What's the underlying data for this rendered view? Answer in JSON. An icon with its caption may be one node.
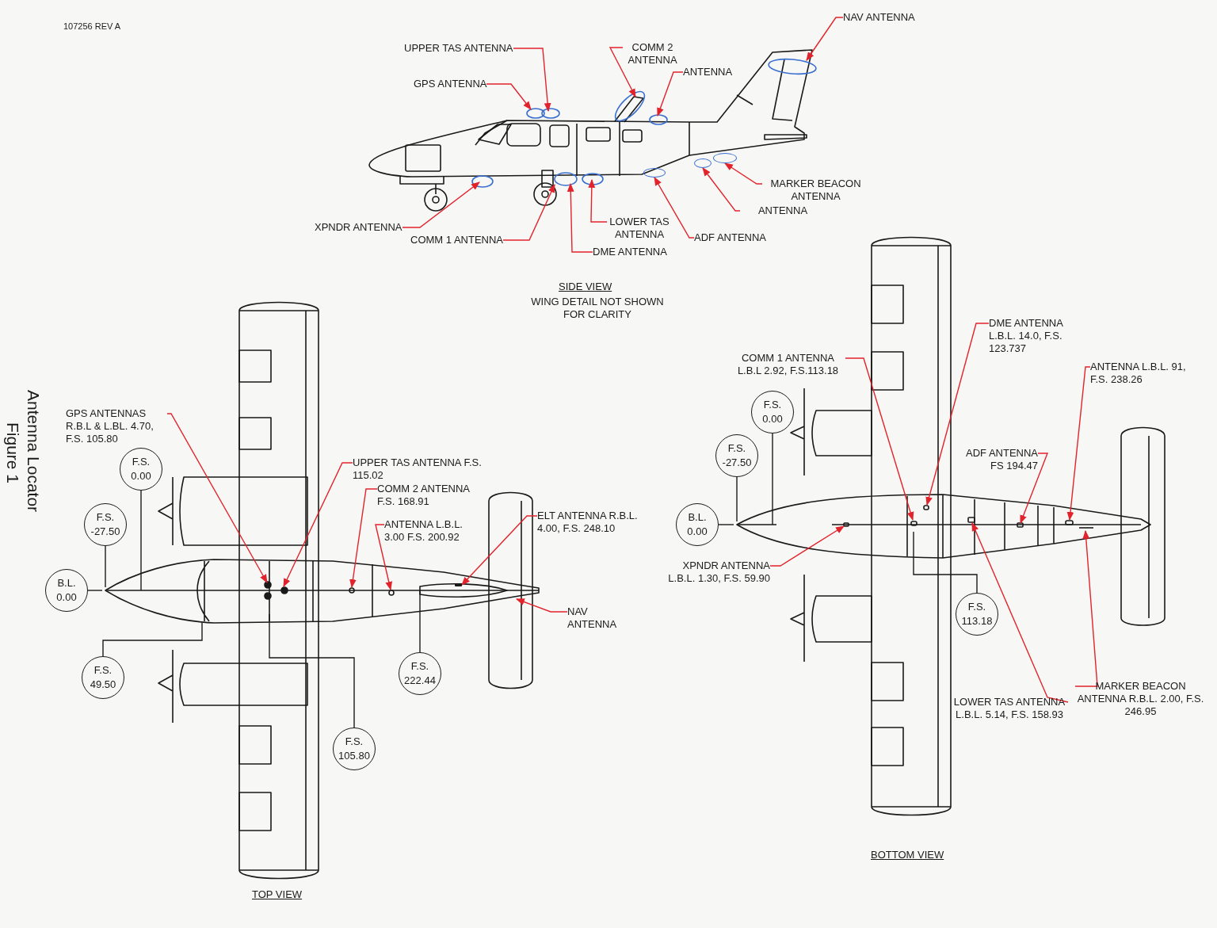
{
  "diagram": {
    "title": "Antenna Locator",
    "caption": "Figure 1",
    "nodes": [
      {
        "text": [
          "UPPER TAS ANTENNA"
        ]
      },
      {
        "text": [
          "GPS ANTENNA"
        ]
      },
      {
        "text": [
          "COMM 2 ANTENNA"
        ]
      },
      {
        "text": [
          "ANTENNA"
        ]
      },
      {
        "text": [
          "NAV ANTENNA"
        ]
      },
      {
        "text": [
          "MARKER BEACON ANTENNA"
        ]
      },
      {
        "text": [
          "ANTENNA"
        ]
      },
      {
        "text": [
          "LOWER TAS ANTENNA"
        ]
      },
      {
        "text": [
          "ADF ANTENNA"
        ]
      },
      {
        "text": [
          "DME ANTENNA"
        ]
      },
      {
        "text": [
          "XPNDR ANTENNA"
        ]
      },
      {
        "text": [
          "COMM 1 ANTENNA"
        ]
      },
      {
        "text": [
          "GPS ANTENNAS R.B.L & L.BL. 4.70, F.S. 105.80"
        ]
      },
      {
        "text": [
          "F.S. 0.00"
        ]
      },
      {
        "text": [
          "F.S. -27.50"
        ]
      },
      {
        "text": [
          "B.L. 0.00"
        ]
      },
      {
        "text": [
          "F.S. 49.50"
        ]
      },
      {
        "text": [
          "UPPER TAS ANTENNA F.S. 115.02"
        ]
      },
      {
        "text": [
          "COMM 2 ANTENNA F.S. 168.91"
        ]
      },
      {
        "text": [
          "ANTENNA L.B.L. 3.00 F.S. 200.92"
        ]
      },
      {
        "text": [
          "ELT ANTENNA R.B.L. 4.00, F.S. 248.10"
        ]
      },
      {
        "text": [
          "NAV ANTENNA"
        ]
      },
      {
        "text": [
          "F.S. 222.44"
        ]
      },
      {
        "text": [
          "F.S. 105.80"
        ]
      },
      {
        "text": [
          "DME ANTENNA L.B.L. 14.0, F.S. 123.737"
        ]
      },
      {
        "text": [
          "COMM 1 ANTENNA L.B.L 2.92, F.S.113.18"
        ]
      },
      {
        "text": [
          "ANTENNA L.B.L. 91, F.S. 238.26"
        ]
      },
      {
        "text": [
          "F.S. 0.00"
        ]
      },
      {
        "text": [
          "F.S. -27.50"
        ]
      },
      {
        "text": [
          "ADF ANTENNA FS 194.47"
        ]
      },
      {
        "text": [
          "B.L. 0.00"
        ]
      },
      {
        "text": [
          "XPNDR ANTENNA L.B.L. 1.30, F.S. 59.90"
        ]
      },
      {
        "text": [
          "F.S. 113.18"
        ]
      },
      {
        "text": [
          "LOWER TAS ANTENNA L.B.L. 5.14, F.S. 158.93"
        ]
      },
      {
        "text": [
          "MARKER BEACON ANTENNA R.B.L. 2.00, F.S. 246.95"
        ]
      },
      {
        "text": [],
        "shape": "ellipse"
      },
      {
        "text": [],
        "shape": "bar"
      },
      {
        "text": [],
        "shape": "ellipse"
      },
      {
        "text": [],
        "shape": "ellipse"
      }
    ],
    "edges": [
      {
        "from": 0,
        "to": null,
        "arrow": "to"
      },
      {
        "from": 1,
        "to": null,
        "arrow": "to"
      },
      {
        "from": 2,
        "to": null,
        "arrow": "to"
      },
      {
        "from": 3,
        "to": null,
        "arrow": "to"
      },
      {
        "from": 4,
        "to": null,
        "arrow": "to"
      },
      {
        "from": 5,
        "to": 38,
        "arrow": "to"
      },
      {
        "from": 6,
        "to": 37,
        "arrow": "to"
      },
      {
        "from": 7,
        "to": null,
        "arrow": "to"
      },
      {
        "from": 8,
        "to": 35,
        "arrow": "to"
      },
      {
        "from": 9,
        "to": null,
        "arrow": "to"
      },
      {
        "from": 10,
        "to": null,
        "arrow": "to"
      },
      {
        "from": 11,
        "to": null,
        "arrow": "to"
      },
      {
        "from": 12,
        "to": null,
        "arrow": "to"
      },
      {
        "from": 13,
        "to": null,
        "arrow": "none",
        "color": "#1a1a1a"
      },
      {
        "from": 14,
        "to": null,
        "arrow": "none",
        "color": "#1a1a1a"
      },
      {
        "from": 15,
        "to": null,
        "arrow": "none",
        "color": "#1a1a1a"
      },
      {
        "from": 16,
        "to": null,
        "arrow": "none",
        "color": "#1a1a1a"
      },
      {
        "from": 17,
        "to": null,
        "arrow": "to"
      },
      {
        "from": 18,
        "to": null,
        "arrow": "to"
      },
      {
        "from": 19,
        "to": null,
        "arrow": "to"
      },
      {
        "from": 20,
        "to": 36,
        "arrow": "to"
      },
      {
        "from": 21,
        "to": null,
        "arrow": "to"
      },
      {
        "from": 22,
        "to": null,
        "arrow": "none",
        "color": "#1a1a1a"
      },
      {
        "from": 23,
        "to": null,
        "arrow": "none",
        "color": "#1a1a1a"
      },
      {
        "from": 24,
        "to": null,
        "arrow": "to"
      },
      {
        "from": 25,
        "to": null,
        "arrow": "to"
      },
      {
        "from": 26,
        "to": null,
        "arrow": "to"
      },
      {
        "from": 27,
        "to": null,
        "arrow": "none",
        "color": "#1a1a1a"
      },
      {
        "from": 28,
        "to": null,
        "arrow": "none",
        "color": "#1a1a1a"
      },
      {
        "from": 29,
        "to": null,
        "arrow": "to"
      },
      {
        "from": 30,
        "to": null,
        "arrow": "none",
        "color": "#1a1a1a"
      },
      {
        "from": 31,
        "to": null,
        "arrow": "to"
      },
      {
        "from": 32,
        "to": null,
        "arrow": "none",
        "color": "#1a1a1a"
      },
      {
        "from": 33,
        "to": null,
        "arrow": "to"
      },
      {
        "from": 34,
        "to": null,
        "arrow": "to"
      }
    ],
    "labels": [
      "107256 REV A",
      "SIDE VIEW",
      "WING DETAIL NOT SHOWN FOR CLARITY",
      "TOP VIEW",
      "BOTTOM VIEW"
    ]
  }
}
